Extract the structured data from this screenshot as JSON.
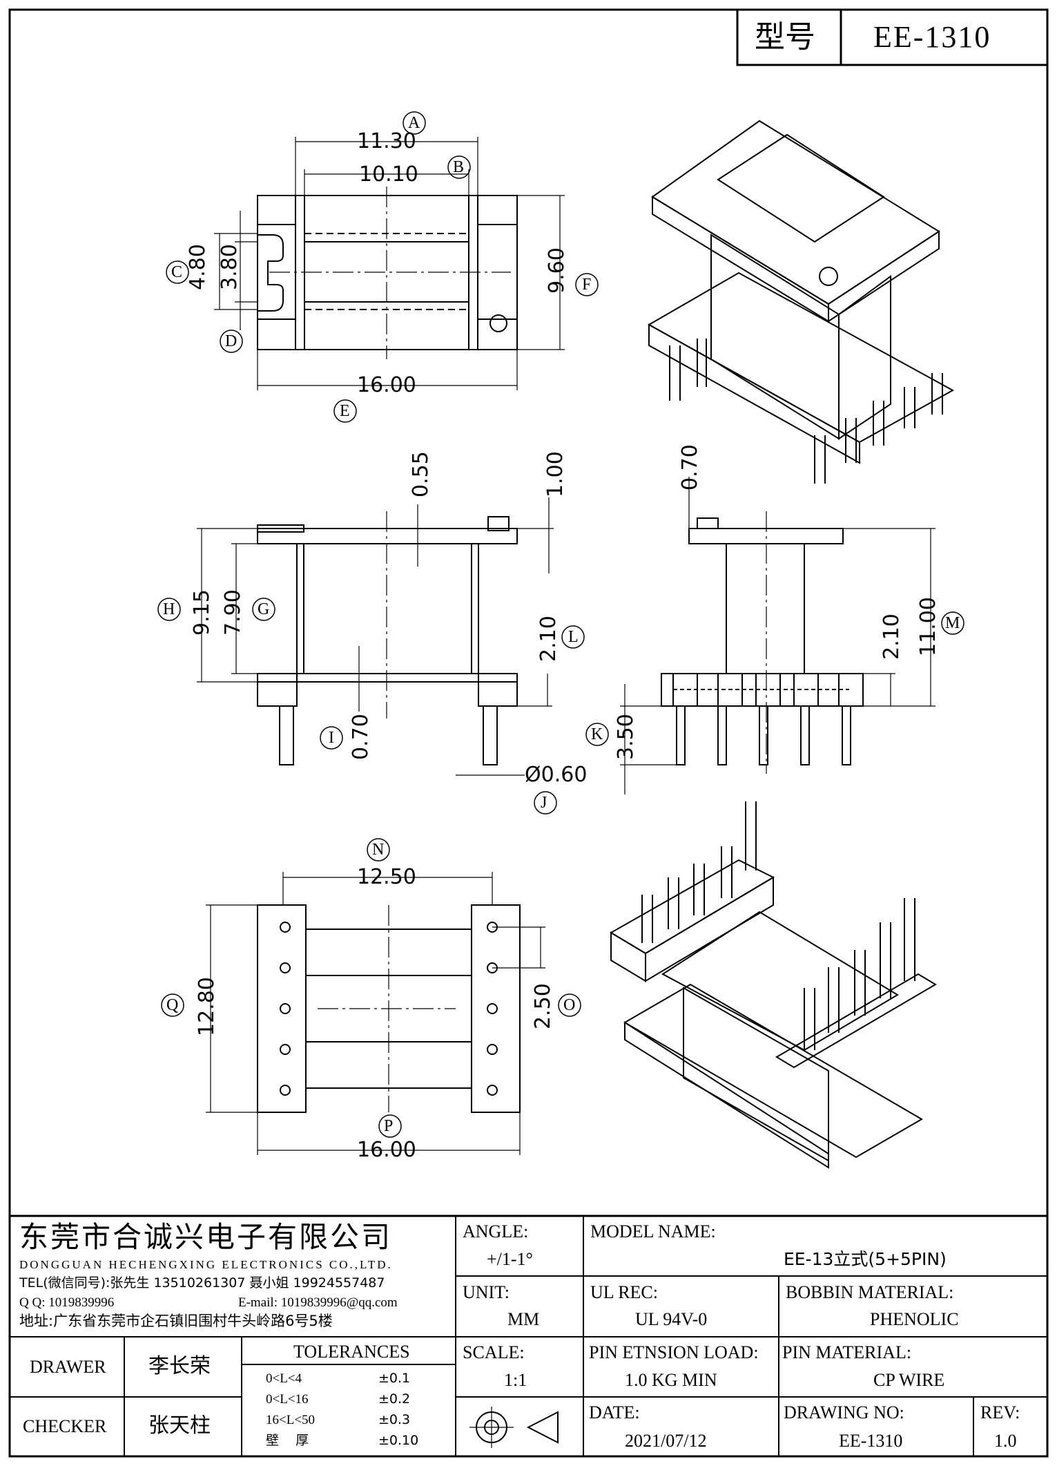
{
  "header": {
    "model_label": "型号",
    "model_value": "EE-1310"
  },
  "dims": {
    "a": "11.30",
    "b": "10.10",
    "c": "4.80",
    "d": "3.80",
    "e": "16.00",
    "f": "9.60",
    "g1": "0.55",
    "g2": "1.00",
    "g3": "9.15",
    "g4": "7.90",
    "g5": "2.10",
    "g6": "0.70",
    "g7": "Ø0.60",
    "h1": "0.70",
    "h2": "2.10",
    "h3": "11.00",
    "h4": "3.50",
    "n": "12.50",
    "q": "12.80",
    "o": "2.50",
    "p": "16.00"
  },
  "labels": {
    "A": "A",
    "B": "B",
    "C": "C",
    "D": "D",
    "E": "E",
    "F": "F",
    "G": "G",
    "H": "H",
    "I": "I",
    "J": "J",
    "K": "K",
    "L": "L",
    "M": "M",
    "N": "N",
    "O": "O",
    "P": "P",
    "Q": "Q"
  },
  "company": {
    "name_cn": "东莞市合诚兴电子有限公司",
    "name_en": "DONGGUAN HECHENGXING ELECTRONICS CO.,LTD.",
    "tel": "TEL(微信同号):张先生 13510261307 聂小姐 19924557487",
    "qq": "Q Q: 1019839996",
    "email": "E-mail: 1019839996@qq.com",
    "address": "地址:广东省东莞市企石镇旧围村牛头岭路6号5楼"
  },
  "title_block": {
    "angle_label": "ANGLE:",
    "angle_value": "+/1-1°",
    "model_name_label": "MODEL NAME:",
    "model_name_value": "EE-13立式(5+5PIN)",
    "unit_label": "UNIT:",
    "unit_value": "MM",
    "ul_label": "UL REC:",
    "ul_value": "UL 94V-0",
    "bobbin_label": "BOBBIN MATERIAL:",
    "bobbin_value": "PHENOLIC",
    "scale_label": "SCALE:",
    "scale_value": "1:1",
    "pin_load_label": "PIN ETNSION LOAD:",
    "pin_load_value": "1.0 KG MIN",
    "pin_mat_label": "PIN MATERIAL:",
    "pin_mat_value": "CP WIRE",
    "date_label": "DATE:",
    "date_value": "2021/07/12",
    "drawing_no_label": "DRAWING NO:",
    "drawing_no_value": "EE-1310",
    "rev_label": "REV:",
    "rev_value": "1.0",
    "drawer_label": "DRAWER",
    "drawer_value": "李长荣",
    "checker_label": "CHECKER",
    "checker_value": "张天柱",
    "tolerances_title": "TOLERANCES",
    "tolerances": [
      {
        "range": "0<L<4",
        "value": "±0.1"
      },
      {
        "range": "0<L<16",
        "value": "±0.2"
      },
      {
        "range": "16<L<50",
        "value": "±0.3"
      },
      {
        "range": "壁    厚",
        "value": "±0.10"
      }
    ]
  }
}
